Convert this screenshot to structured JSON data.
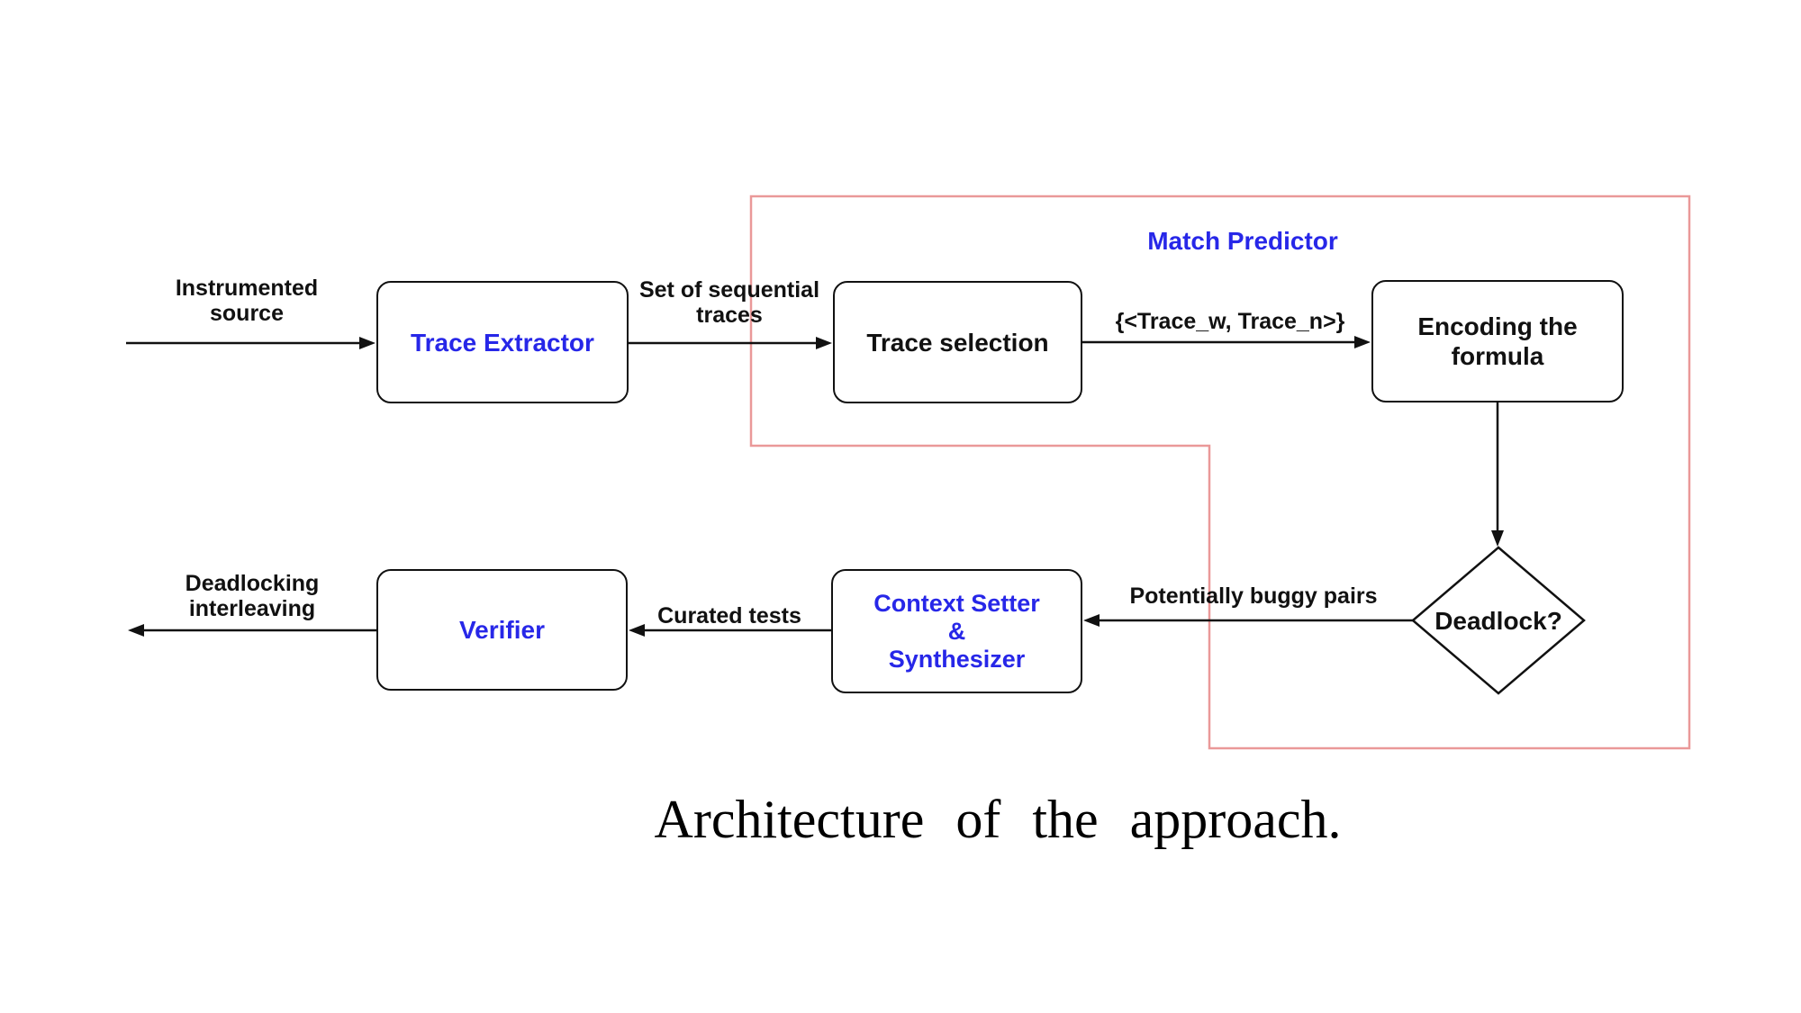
{
  "colors": {
    "background": "#ffffff",
    "line": "#111111",
    "label_text": "#111111",
    "node_border": "#111111",
    "node_fill": "#ffffff",
    "node_text_blue": "#2727e8",
    "region_border": "#ea9999"
  },
  "region": {
    "title": "Match Predictor"
  },
  "nodes": {
    "trace_extractor": {
      "label": "Trace Extractor"
    },
    "trace_selection": {
      "label": "Trace selection"
    },
    "encoding": {
      "line1": "Encoding the",
      "line2": "formula"
    },
    "deadlock": {
      "label": "Deadlock?"
    },
    "context_setter": {
      "line1": "Context Setter",
      "line2": "&",
      "line3": "Synthesizer"
    },
    "verifier": {
      "label": "Verifier"
    }
  },
  "edge_labels": {
    "instrumented": {
      "line1": "Instrumented",
      "line2": "source"
    },
    "sequential": {
      "line1": "Set of sequential",
      "line2": "traces"
    },
    "trace_pair": {
      "label": "{<Trace_w, Trace_n>}"
    },
    "buggy_pairs": {
      "label": "Potentially buggy pairs"
    },
    "curated": {
      "label": "Curated tests"
    },
    "deadlocking": {
      "line1": "Deadlocking",
      "line2": "interleaving"
    }
  },
  "caption": "Architecture of the approach."
}
